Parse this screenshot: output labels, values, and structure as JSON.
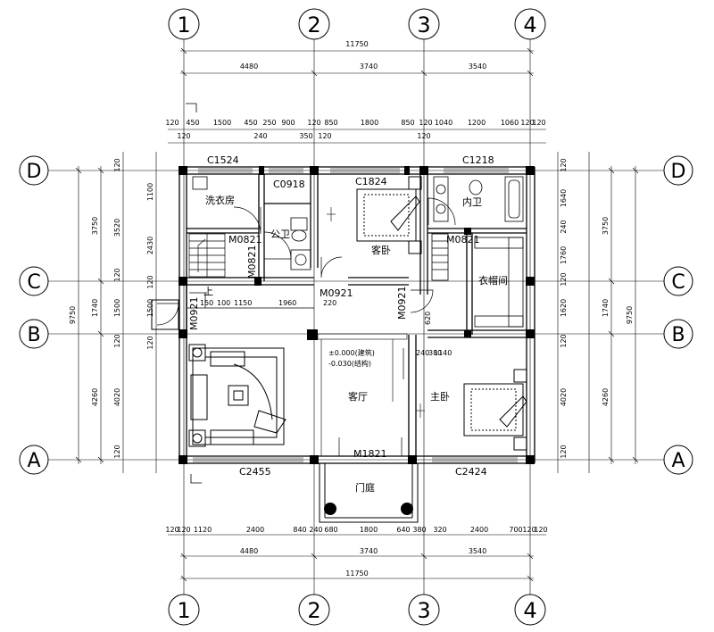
{
  "axes": {
    "top": [
      "1",
      "2",
      "3",
      "4"
    ],
    "bottom": [
      "1",
      "2",
      "3",
      "4"
    ],
    "left": [
      "D",
      "C",
      "B",
      "A"
    ],
    "right": [
      "D",
      "C",
      "B",
      "A"
    ]
  },
  "dims": {
    "top_total": "11750",
    "top_bays": [
      "4480",
      "3740",
      "3540"
    ],
    "top_detail_row1": [
      "120",
      "450",
      "1500",
      "450",
      "250",
      "900",
      "120",
      "850",
      "1800",
      "850",
      "120",
      "1040",
      "1200",
      "1060",
      "120",
      "120"
    ],
    "top_detail_row2": [
      "120",
      "240",
      "350",
      "120",
      "120"
    ],
    "bottom_detail": [
      "120",
      "120",
      "1120",
      "2400",
      "840",
      "240",
      "680",
      "1800",
      "640",
      "380",
      "320",
      "2400",
      "700",
      "120",
      "120"
    ],
    "bottom_bays": [
      "4480",
      "3740",
      "3540"
    ],
    "bottom_total": "11750",
    "left_outer": [
      "3750",
      "1740",
      "4260"
    ],
    "left_total": "9750",
    "left_inner": [
      "120",
      "1100",
      "3520",
      "2430",
      "120",
      "1500",
      "1740",
      "120",
      "4020",
      "120"
    ],
    "left_mid": [
      "2430",
      "120",
      "1500",
      "120"
    ],
    "right_inner": [
      "120",
      "1640",
      "240",
      "1760",
      "120",
      "1620",
      "120",
      "4020",
      "120"
    ],
    "right_outer": [
      "3750",
      "1740",
      "4260"
    ],
    "right_total": "9750",
    "interior_row": [
      "150",
      "100",
      "1150",
      "1960",
      "220"
    ],
    "misc": [
      "620",
      "240",
      "380",
      "1140"
    ]
  },
  "rooms": {
    "laundry": "洗衣房",
    "public_bath": "公卫",
    "guest_bed": "客卧",
    "inner_bath": "内卫",
    "closet": "衣帽间",
    "living": "客厅",
    "master_bed": "主卧",
    "porch": "门庭",
    "stair_up": "上"
  },
  "labels": {
    "c1524": "C1524",
    "c0918": "C0918",
    "c1824": "C1824",
    "c1218": "C1218",
    "m0821_a": "M0821",
    "m0821_b": "M0821",
    "m0821_c": "M0821",
    "m0921_a": "M0921",
    "m0921_b": "M0921",
    "m0921_c": "M0921",
    "m1821": "M1821",
    "c2455": "C2455",
    "c2424": "C2424",
    "elev1": "±0.000(建筑)",
    "elev2": "-0.030(结构)"
  }
}
